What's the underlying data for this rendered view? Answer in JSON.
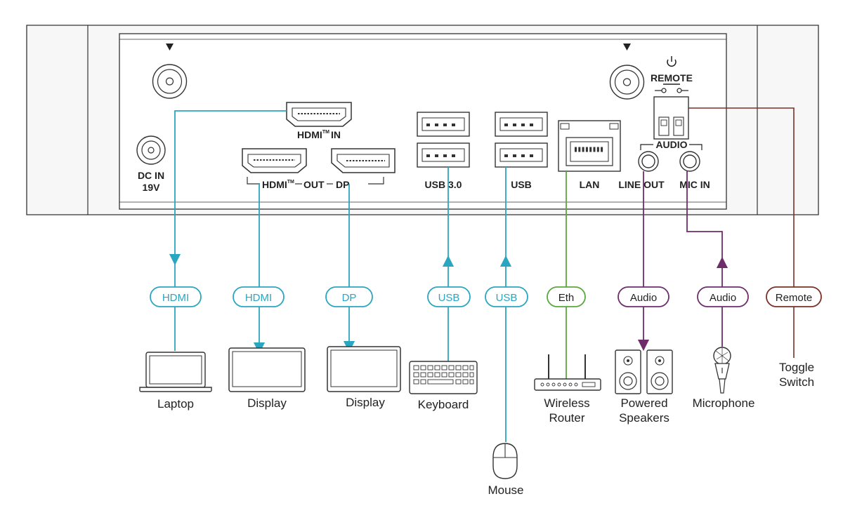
{
  "colors": {
    "video_usb": "#2aa6c0",
    "ethernet": "#5aa73d",
    "audio": "#6e2c6b",
    "remote": "#7a3025",
    "outline": "#333333",
    "panel_fill": "#f7f7f7"
  },
  "panel": {
    "hdmi_in_label": "HDMI",
    "hdmi_in_suffix": "IN",
    "tm": "TM",
    "dc_in_line1": "DC IN",
    "dc_in_line2": "19V",
    "out_hdmi": "HDMI",
    "out_word": "OUT",
    "out_dp": "DP",
    "usb3_label": "USB 3.0",
    "usb_label": "USB",
    "lan_label": "LAN",
    "remote_label": "REMOTE",
    "audio_label": "AUDIO",
    "line_out_label": "LINE OUT",
    "mic_in_label": "MIC IN",
    "power_icon": "power-icon"
  },
  "cables": [
    {
      "id": "hdmi-in",
      "label": "HDMI",
      "color": "video_usb",
      "direction": "to-device"
    },
    {
      "id": "hdmi-out",
      "label": "HDMI",
      "color": "video_usb",
      "direction": "to-device"
    },
    {
      "id": "dp-out",
      "label": "DP",
      "color": "video_usb",
      "direction": "to-device"
    },
    {
      "id": "usb-keyboard",
      "label": "USB",
      "color": "video_usb",
      "direction": "to-device"
    },
    {
      "id": "usb-mouse",
      "label": "USB",
      "color": "video_usb",
      "direction": "to-device"
    },
    {
      "id": "eth",
      "label": "Eth",
      "color": "ethernet",
      "direction": "none"
    },
    {
      "id": "audio-out",
      "label": "Audio",
      "color": "audio",
      "direction": "to-device"
    },
    {
      "id": "audio-in",
      "label": "Audio",
      "color": "audio",
      "direction": "to-device"
    },
    {
      "id": "remote",
      "label": "Remote",
      "color": "remote",
      "direction": "none"
    }
  ],
  "devices": [
    {
      "id": "laptop",
      "lines": [
        "Laptop"
      ],
      "icon": "laptop-icon"
    },
    {
      "id": "display1",
      "lines": [
        "Display"
      ],
      "icon": "display-icon"
    },
    {
      "id": "display2",
      "lines": [
        "Display"
      ],
      "icon": "display-icon"
    },
    {
      "id": "keyboard",
      "lines": [
        "Keyboard"
      ],
      "icon": "keyboard-icon"
    },
    {
      "id": "mouse",
      "lines": [
        "Mouse"
      ],
      "icon": "mouse-icon"
    },
    {
      "id": "router",
      "lines": [
        "Wireless",
        "Router"
      ],
      "icon": "router-icon"
    },
    {
      "id": "speakers",
      "lines": [
        "Powered",
        "Speakers"
      ],
      "icon": "speakers-icon"
    },
    {
      "id": "microphone",
      "lines": [
        "Microphone"
      ],
      "icon": "microphone-icon"
    },
    {
      "id": "toggle",
      "lines": [
        "Toggle",
        "Switch"
      ],
      "icon": "toggle-switch-icon"
    }
  ]
}
